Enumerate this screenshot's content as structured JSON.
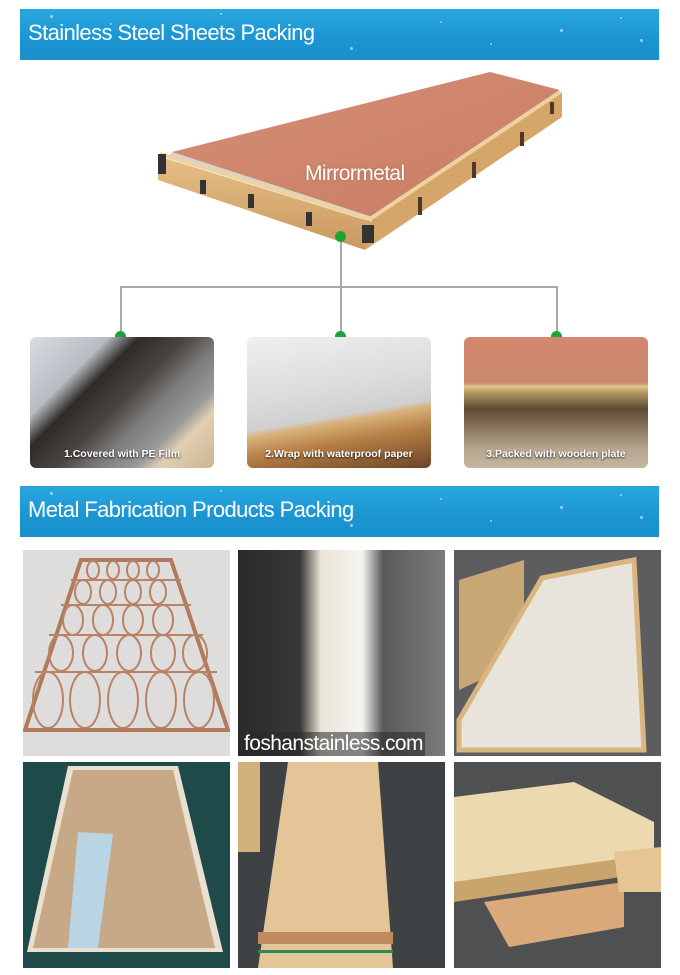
{
  "sections": [
    {
      "title": "Stainless Steel Sheets Packing",
      "hero": {
        "label": "Mirrormetal",
        "image": "wooden-crate-with-plywood-cover"
      },
      "steps": [
        {
          "caption": "1.Covered with PE Film",
          "image": "mirror-sheet-pe-film"
        },
        {
          "caption": "2.Wrap with waterproof paper",
          "image": "waterproof-paper-wrap"
        },
        {
          "caption": "3.Packed with wooden plate",
          "image": "wooden-plate-packing"
        }
      ]
    },
    {
      "title": "Metal Fabrication Products Packing",
      "gallery": [
        {
          "image": "rose-gold-oval-screen-panel"
        },
        {
          "image": "white-foam-boards",
          "watermark": "foshanstainless.com"
        },
        {
          "image": "plastic-wrapped-panel-in-crate"
        },
        {
          "image": "kraft-paper-wrapped-panel"
        },
        {
          "image": "closed-wooden-crate"
        },
        {
          "image": "stacked-wooden-crates"
        }
      ]
    }
  ],
  "colors": {
    "banner": "#1b95d2",
    "connector_dot": "#1fa236",
    "connector_line": "#a9a9a9"
  }
}
